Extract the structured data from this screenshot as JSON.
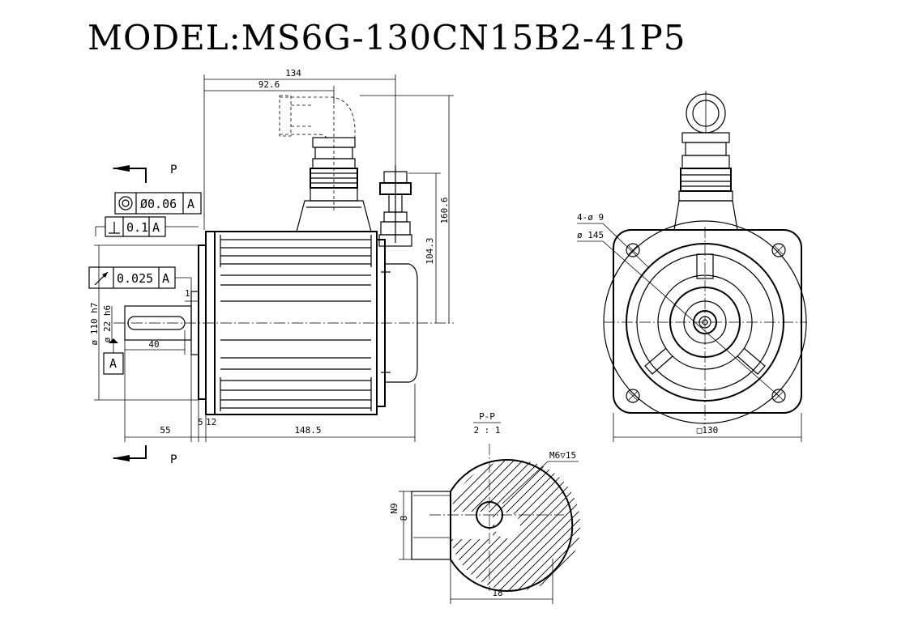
{
  "title": "MODEL:MS6G-130CN15B2-41P5",
  "section_markers": {
    "top": "P",
    "bottom": "P"
  },
  "tolerance_frames": {
    "concentricity": {
      "symbol": "concentricity-symbol",
      "value": "Ø0.06",
      "datum": "A"
    },
    "perpendicularity": {
      "symbol": "perpendicularity-symbol",
      "value": "0.1",
      "datum": "A"
    },
    "runout": {
      "symbol": "runout-symbol",
      "value": "0.025",
      "datum": "A"
    }
  },
  "datum_label": "A",
  "side_view_dims": {
    "overall_to_connector": "134",
    "to_power_connector": "92.6",
    "height_top": "160.6",
    "height_brake_connector": "104.3",
    "shaft_length": "55",
    "body_length": "148.5",
    "flange_thickness": "5",
    "spigot": "12",
    "key_length": "40",
    "step": "1",
    "spigot_diameter": "ø 110 h7",
    "shaft_diameter": "ø 22 h6"
  },
  "front_view_dims": {
    "mount_holes": "4-ø 9",
    "bolt_circle": "ø 145",
    "flange_square": "□130"
  },
  "section_view": {
    "title": "P-P",
    "scale": "2 : 1",
    "thread": "M6▽15",
    "keyway_width": "N9",
    "keyway_width_value": "8",
    "shaft_depth": "18"
  }
}
